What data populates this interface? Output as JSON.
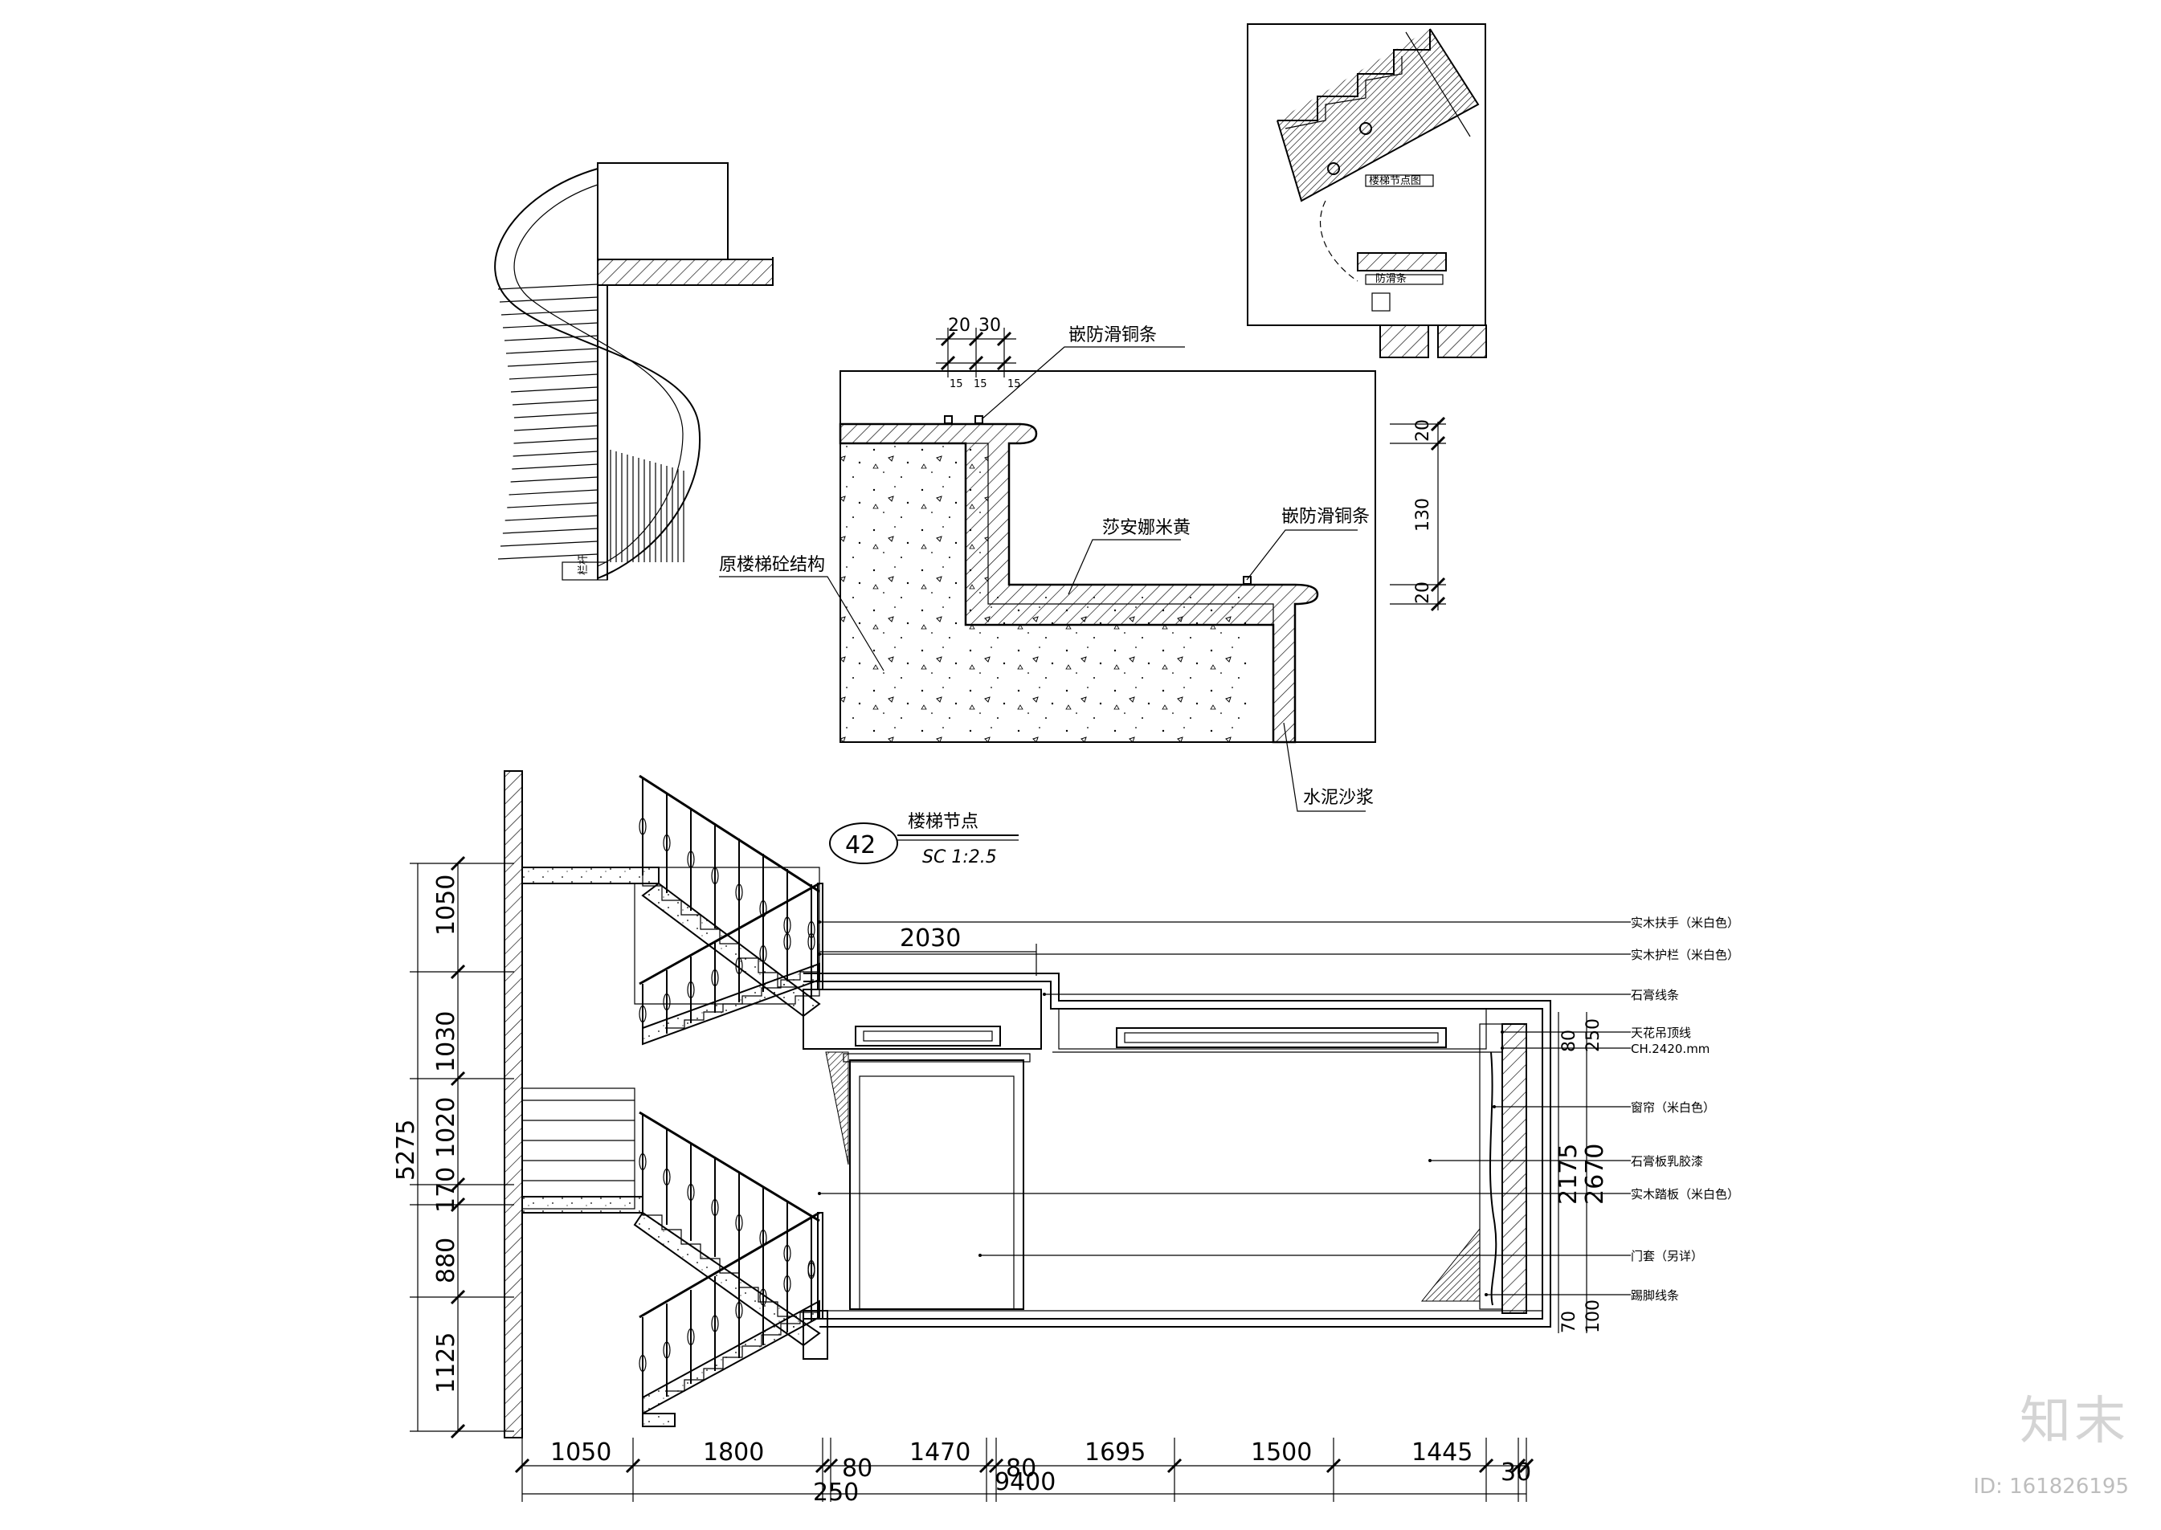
{
  "detail": {
    "labels": {
      "strip_top": "嵌防滑铜条",
      "strip_right": "嵌防滑铜条",
      "marble": "莎安娜米黄",
      "structure": "原楼梯砼结构",
      "mortar": "水泥沙浆"
    },
    "dims_top": [
      "20",
      "30"
    ],
    "dims_top_sub": [
      "15",
      "15",
      "15"
    ],
    "dims_right": [
      "20",
      "130",
      "20"
    ],
    "title_number": "42",
    "title_text": "楼梯节点",
    "title_scale": "SC 1:2.5"
  },
  "elevation": {
    "left_dims": [
      "1050",
      "1030",
      "1020",
      "170",
      "880",
      "1125"
    ],
    "left_total": "5275",
    "bottom_dims": [
      "1050",
      "1800",
      "80",
      "1470",
      "80",
      "1695",
      "1500",
      "1445",
      "30"
    ],
    "bottom_sub": [
      "250",
      "9400"
    ],
    "top_dim": "2030",
    "right_dims_upper": [
      "80",
      "250"
    ],
    "right_dims_mid": [
      "2175",
      "2670"
    ],
    "right_dims_lower": [
      "70",
      "100"
    ],
    "callouts": [
      "实木扶手（米白色）",
      "实木护栏（米白色）",
      "石膏线条",
      "天花吊顶线",
      "CH.2420.mm",
      "窗帘（米白色）",
      "石膏板乳胶漆",
      "实木踏板（米白色）",
      "门套（另详）",
      "踢脚线条"
    ]
  },
  "spiral": {
    "tag": "栏杆"
  },
  "inset": {
    "label1": "楼梯节点图",
    "label2": "防滑条"
  },
  "watermark": {
    "logo": "知末",
    "id": "ID: 161826195"
  }
}
